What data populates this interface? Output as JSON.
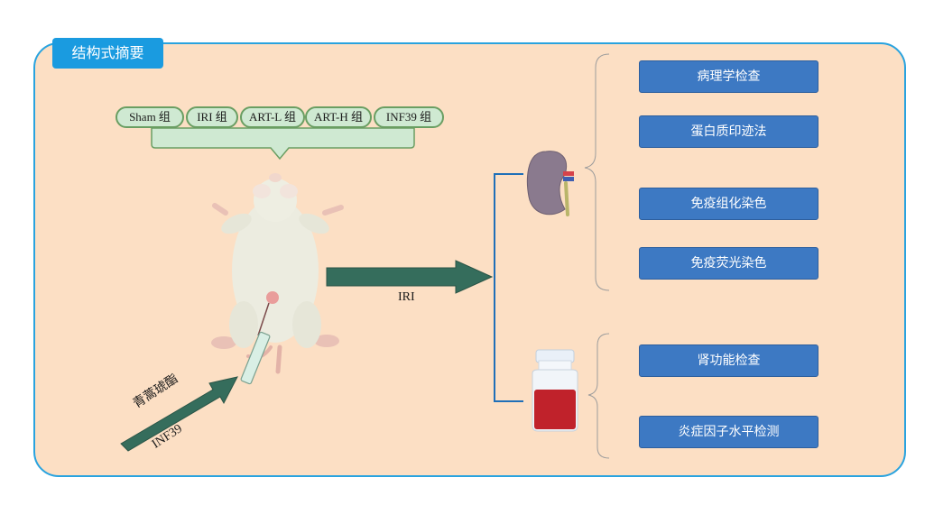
{
  "title": "结构式摘要",
  "groups": [
    "Sham 组",
    "IRI 组",
    "ART-L 组",
    "ART-H 组",
    "INF39 组"
  ],
  "labels": {
    "iri": "IRI",
    "drug_cn": "青蒿琥酯",
    "drug_inf": "INF39"
  },
  "kidney_results": [
    "病理学检查",
    "蛋白质印迹法",
    "免疫组化染色",
    "免疫荧光染色"
  ],
  "blood_results": [
    "肾功能检查",
    "炎症因子水平检测"
  ],
  "colors": {
    "panel_bg": "#fcdfc4",
    "panel_border": "#29a3df",
    "title_bg": "#1a9be0",
    "result_bg": "#3d79c3",
    "arrow": "#356d5c",
    "bracket": "#1f6fb8"
  },
  "icons": [
    "rat-icon",
    "syringe-icon",
    "kidney-icon",
    "blood-bottle-icon"
  ]
}
